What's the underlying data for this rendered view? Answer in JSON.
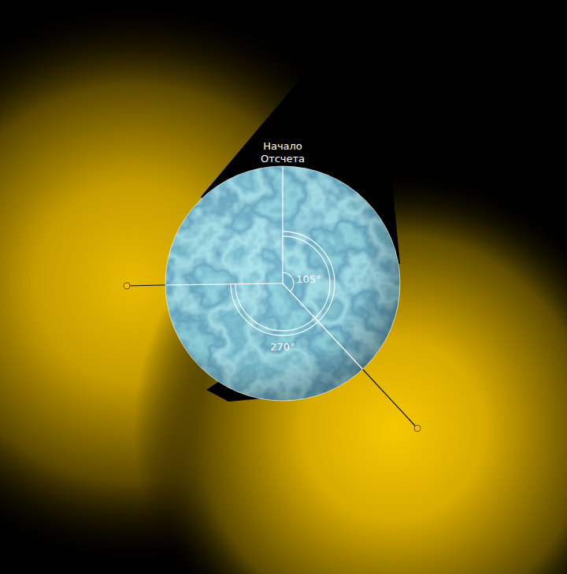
{
  "diagram": {
    "labels": [
      "Начало Отсчета",
      "105°",
      "270°"
    ]
  }
}
